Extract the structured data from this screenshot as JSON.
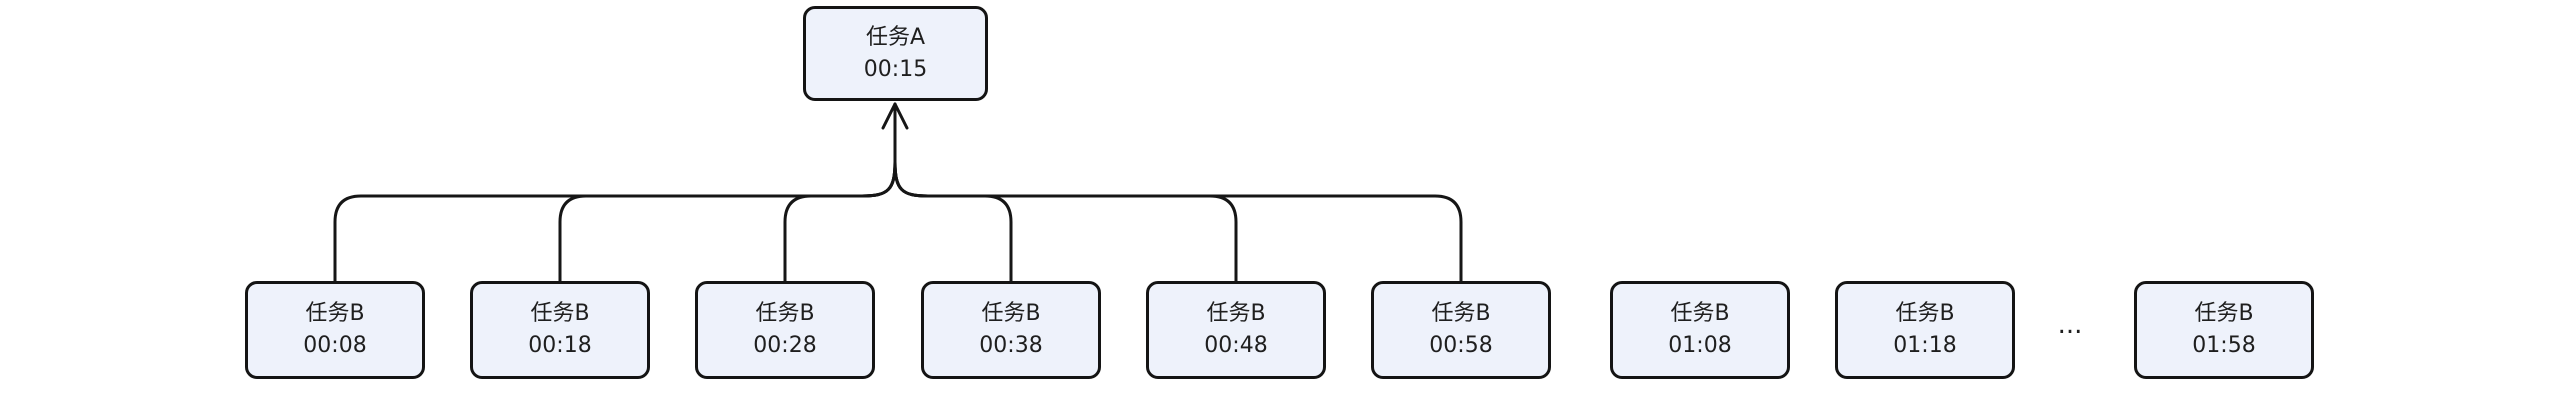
{
  "diagram": {
    "root": {
      "title": "任务A",
      "time": "00:15"
    },
    "children": [
      {
        "title": "任务B",
        "time": "00:08"
      },
      {
        "title": "任务B",
        "time": "00:18"
      },
      {
        "title": "任务B",
        "time": "00:28"
      },
      {
        "title": "任务B",
        "time": "00:38"
      },
      {
        "title": "任务B",
        "time": "00:48"
      },
      {
        "title": "任务B",
        "time": "00:58"
      },
      {
        "title": "任务B",
        "time": "01:08"
      },
      {
        "title": "任务B",
        "time": "01:18"
      },
      {
        "title": "任务B",
        "time": "01:58"
      }
    ],
    "ellipsis": "...",
    "colors": {
      "node_fill": "#eef2fb",
      "node_border": "#141414",
      "line": "#161616"
    }
  }
}
